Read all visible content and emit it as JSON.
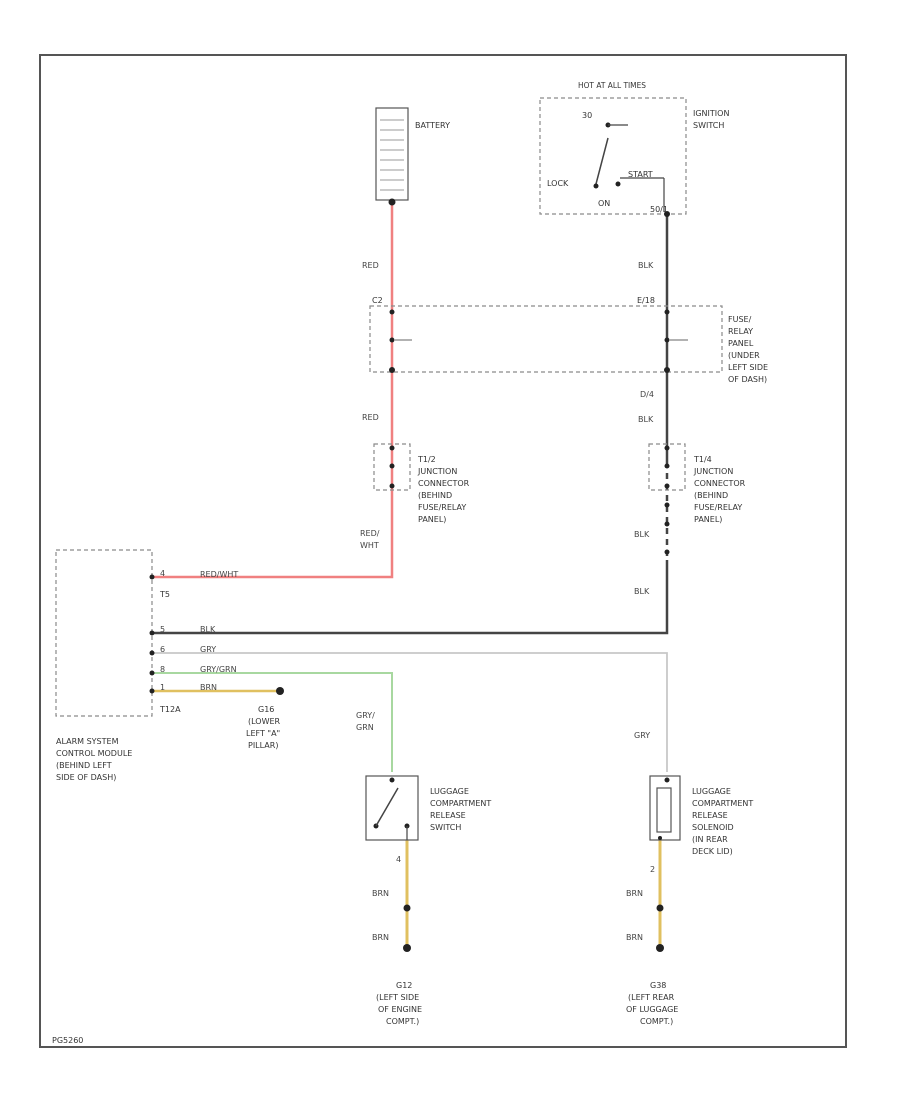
{
  "components": {
    "battery": "BATTERY",
    "ignition_switch": "IGNITION SWITCH",
    "hot_at_all_times": "HOT AT ALL TIMES",
    "ignition_positions": {
      "p30": "30",
      "lock": "LOCK",
      "start": "START",
      "on": "ON",
      "term": "50/1"
    },
    "fuse_relay_panel": [
      "FUSE/",
      "RELAY",
      "PANEL",
      "(UNDER",
      "LEFT SIDE",
      "OF DASH)"
    ],
    "fuse_pins": {
      "left": "C2",
      "right": "E/18"
    },
    "t1_junction": [
      "T1/2",
      "JUNCTION",
      "CONNECTOR",
      "(BEHIND",
      "FUSE/RELAY",
      "PANEL)"
    ],
    "t4_junction": [
      "T1/4",
      "JUNCTION",
      "CONNECTOR",
      "(BEHIND",
      "FUSE/RELAY",
      "PANEL)"
    ],
    "alarm_module": [
      "ALARM SYSTEM",
      "CONTROL MODULE",
      "(BEHIND LEFT",
      "SIDE OF DASH)"
    ],
    "alarm_connectors": {
      "upper": "T5",
      "lower": "T12A"
    },
    "ground_g16": [
      "G16",
      "(LOWER",
      "LEFT \"A\"",
      "PILLAR)"
    ],
    "trunk_switch": [
      "LUGGAGE",
      "COMPARTMENT",
      "RELEASE",
      "SWITCH"
    ],
    "trunk_solenoid": [
      "LUGGAGE",
      "COMPARTMENT",
      "RELEASE",
      "SOLENOID",
      "(IN REAR",
      "DECK LID)"
    ],
    "ground_g12": [
      "G12",
      "(LEFT SIDE",
      "OF ENGINE",
      "COMPT.)"
    ],
    "ground_g38": [
      "G38",
      "(LEFT REAR",
      "OF LUGGAGE",
      "COMPT.)"
    ],
    "footer_code": "PG5260"
  },
  "wires": {
    "red": "RED",
    "red_wht": "RED/ WHT",
    "red_wht_inline": "RED/WHT",
    "blk": "BLK",
    "gry": "GRY",
    "gry_grn": "GRY/GRN",
    "gry_grn_split": "GRY/ GRN",
    "brn": "BRN",
    "pin_1": "1",
    "pin_2": "2",
    "pin_4": "4",
    "pin_5": "5",
    "pin_6": "6",
    "pin_8": "8"
  },
  "colors": {
    "red_wire": "#f08080",
    "black_wire": "#444444",
    "gray_wire": "#c8c8c8",
    "green_wire": "#a8d8a0",
    "brown_wire": "#e0c060",
    "border": "#555555"
  }
}
